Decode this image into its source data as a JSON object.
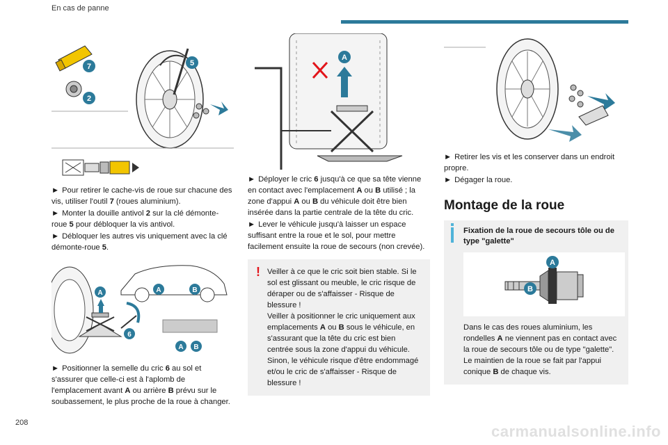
{
  "header": {
    "title": "En cas de panne",
    "accent_color": "#2c7a9a"
  },
  "page_number": "208",
  "watermark": "carmanualsonline.info",
  "badges": {
    "n7": "7",
    "n2": "2",
    "n5": "5",
    "n6": "6",
    "A": "A",
    "B": "B"
  },
  "col1": {
    "p1": [
      {
        "arrow": "►",
        "pre": "Pour retirer le cache-vis de roue sur chacune des vis, utiliser l'outil ",
        "bold": "7",
        "post": " (roues aluminium)."
      },
      {
        "arrow": "►",
        "pre": "Monter la douille antivol ",
        "bold": "2",
        "mid": " sur la clé démonte-roue ",
        "bold2": "5",
        "post": " pour débloquer la vis antivol."
      },
      {
        "arrow": "►",
        "pre": "Débloquer les autres vis uniquement avec la clé démonte-roue ",
        "bold": "5",
        "post": "."
      }
    ],
    "p2": {
      "arrow": "►",
      "pre": "Positionner la semelle du cric ",
      "bold": "6",
      "mid": " au sol et s'assurer que celle-ci est à l'aplomb de l'emplacement avant ",
      "bold2": "A",
      "mid2": " ou arrière ",
      "bold3": "B",
      "post": " prévu sur le soubassement, le plus proche de la roue à changer."
    }
  },
  "col2": {
    "p1": [
      {
        "arrow": "►",
        "pre": "Déployer le cric ",
        "bold": "6",
        "mid": " jusqu'à ce que sa tête vienne en contact avec l'emplacement ",
        "bold2": "A",
        "mid2": " ou ",
        "bold3": "B",
        "post": " utilisé ; la zone d'appui ",
        "bold4": "A",
        "mid3": " ou ",
        "bold5": "B",
        "post2": " du véhicule doit être bien insérée dans la partie centrale de la tête du cric."
      },
      {
        "arrow": "►",
        "text": "Lever le véhicule jusqu'à laisser un espace suffisant entre la roue et le sol, pour mettre facilement ensuite la roue de secours (non crevée)."
      }
    ],
    "warning": {
      "icon": "!",
      "l1": "Veiller à ce que le cric soit bien stable. Si le sol est glissant ou meuble, le cric risque de déraper ou de s'affaisser - Risque de blessure !",
      "l2_pre": "Veiller à positionner le cric uniquement aux emplacements ",
      "l2_b1": "A",
      "l2_mid": " ou ",
      "l2_b2": "B",
      "l2_post": " sous le véhicule, en s'assurant que la tête du cric est bien centrée sous la zone d'appui du véhicule. Sinon, le véhicule risque d'être endommagé et/ou le cric de s'affaisser - Risque de blessure !"
    }
  },
  "col3": {
    "bullets": [
      {
        "arrow": "►",
        "text": "Retirer les vis et les conserver dans un endroit propre."
      },
      {
        "arrow": "►",
        "text": "Dégager la roue."
      }
    ],
    "section_title": "Montage de la roue",
    "info": {
      "title": "Fixation de la roue de secours tôle ou de type \"galette\"",
      "body_pre": "Dans le cas des roues aluminium, les rondelles ",
      "body_b1": "A",
      "body_mid": " ne viennent pas en contact avec la roue de secours tôle ou de type \"galette\". Le maintien de la roue se fait par l'appui conique ",
      "body_b2": "B",
      "body_post": " de chaque vis."
    }
  },
  "colors": {
    "badge": "#2c7a9a",
    "warning": "#e2141a",
    "info": "#4fb3d9",
    "tool": "#f2c500"
  }
}
